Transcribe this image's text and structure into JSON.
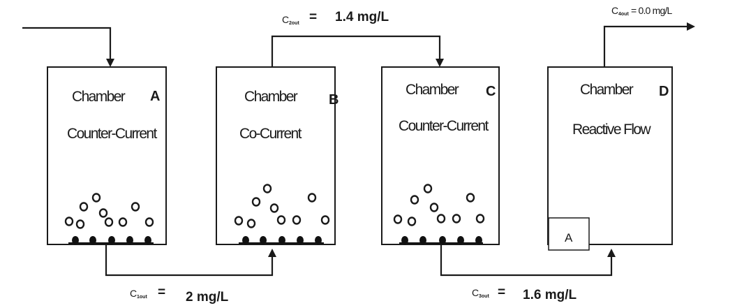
{
  "chambers": [
    {
      "label": "Chamber",
      "letter": "A",
      "mode": "Counter-Current"
    },
    {
      "label": "Chamber",
      "letter": "B",
      "mode": "Co-Current"
    },
    {
      "label": "Chamber",
      "letter": "C",
      "mode": "Counter-Current"
    },
    {
      "label": "Chamber",
      "letter": "D",
      "mode": "Reactive Flow"
    }
  ],
  "streams": {
    "c1": {
      "symbol": "C",
      "subscript": "1out",
      "separator": "=",
      "value": "2 mg/L"
    },
    "c2": {
      "symbol": "C",
      "subscript": "2out",
      "separator": "=",
      "value": "1.4 mg/L"
    },
    "c3": {
      "symbol": "C",
      "subscript": "3out",
      "separator": "=",
      "value": "1.6 mg/L"
    },
    "c4": {
      "symbol": "C",
      "subscript": "4out",
      "label": "= 0.0 mg/L"
    }
  },
  "marker_box": {
    "label": "A"
  }
}
